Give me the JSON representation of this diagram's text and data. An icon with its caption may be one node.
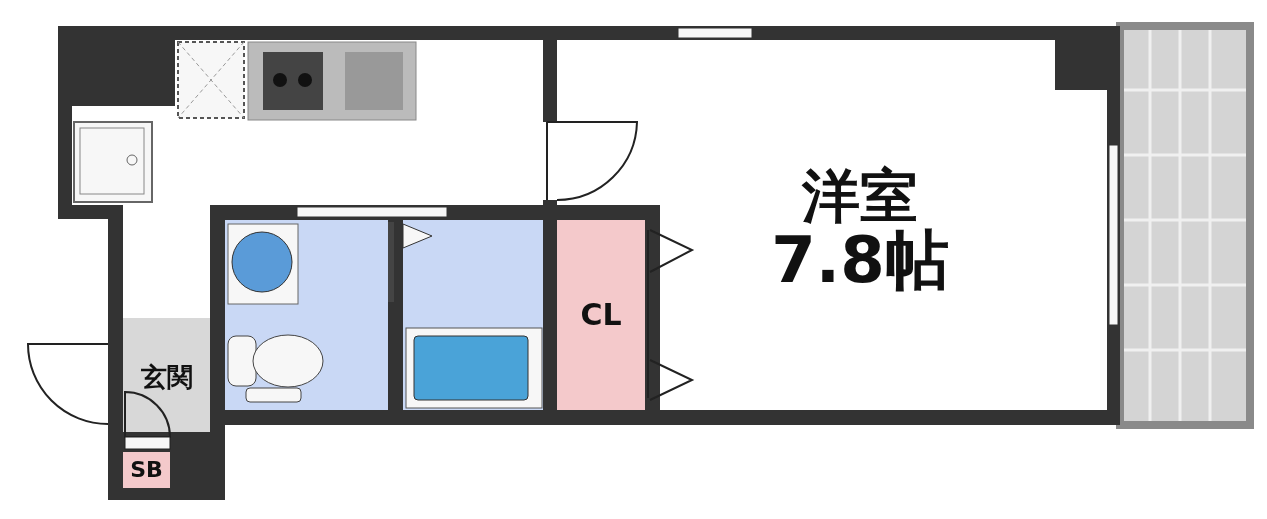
{
  "diagram": {
    "nodes": [
      {
        "text": [
          "洋室",
          "7.8帖"
        ]
      },
      {
        "text": [
          "CL"
        ]
      },
      {
        "text": [
          "玄関"
        ]
      },
      {
        "text": [
          "SB"
        ]
      }
    ]
  }
}
